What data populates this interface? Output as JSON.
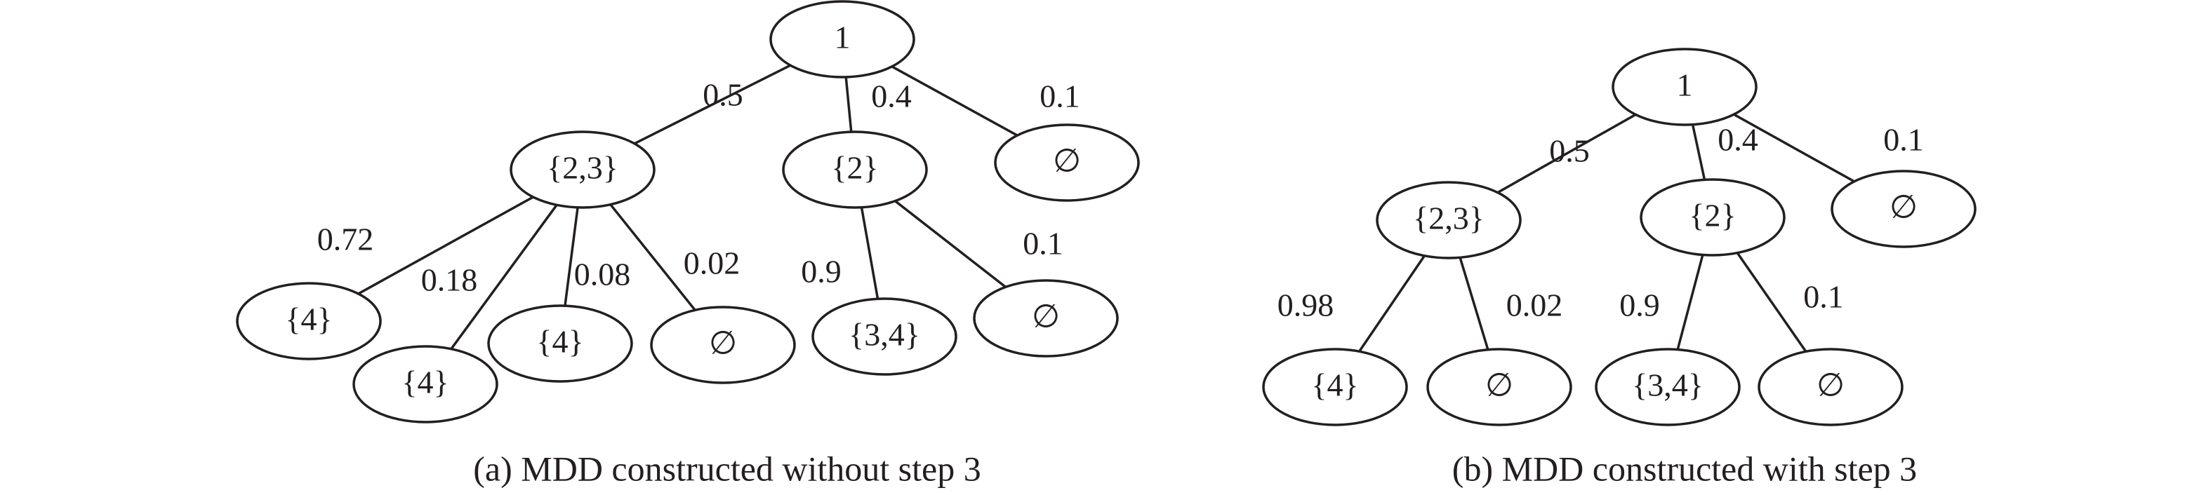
{
  "diagrams": [
    {
      "caption": "(a) MDD constructed without step 3",
      "nodes": [
        {
          "label": "1"
        },
        {
          "label": "{2,3}"
        },
        {
          "label": "{2}"
        },
        {
          "label": "∅"
        },
        {
          "label": "{4}"
        },
        {
          "label": "{4}"
        },
        {
          "label": "{4}"
        },
        {
          "label": "∅"
        },
        {
          "label": "{3,4}"
        },
        {
          "label": "∅"
        }
      ],
      "edges": [
        {
          "from": 0,
          "to": 1,
          "label": "0.5"
        },
        {
          "from": 0,
          "to": 2,
          "label": "0.4"
        },
        {
          "from": 0,
          "to": 3,
          "label": "0.1"
        },
        {
          "from": 1,
          "to": 4,
          "label": "0.72"
        },
        {
          "from": 1,
          "to": 5,
          "label": "0.18"
        },
        {
          "from": 1,
          "to": 6,
          "label": "0.08"
        },
        {
          "from": 1,
          "to": 7,
          "label": "0.02"
        },
        {
          "from": 2,
          "to": 8,
          "label": "0.9"
        },
        {
          "from": 2,
          "to": 9,
          "label": "0.1"
        }
      ]
    },
    {
      "caption": "(b) MDD constructed with step 3",
      "nodes": [
        {
          "label": "1"
        },
        {
          "label": "{2,3}"
        },
        {
          "label": "{2}"
        },
        {
          "label": "∅"
        },
        {
          "label": "{4}"
        },
        {
          "label": "∅"
        },
        {
          "label": "{3,4}"
        },
        {
          "label": "∅"
        }
      ],
      "edges": [
        {
          "from": 0,
          "to": 1,
          "label": "0.5"
        },
        {
          "from": 0,
          "to": 2,
          "label": "0.4"
        },
        {
          "from": 0,
          "to": 3,
          "label": "0.1"
        },
        {
          "from": 1,
          "to": 4,
          "label": "0.98"
        },
        {
          "from": 1,
          "to": 5,
          "label": "0.02"
        },
        {
          "from": 2,
          "to": 6,
          "label": "0.9"
        },
        {
          "from": 2,
          "to": 7,
          "label": "0.1"
        }
      ]
    }
  ]
}
